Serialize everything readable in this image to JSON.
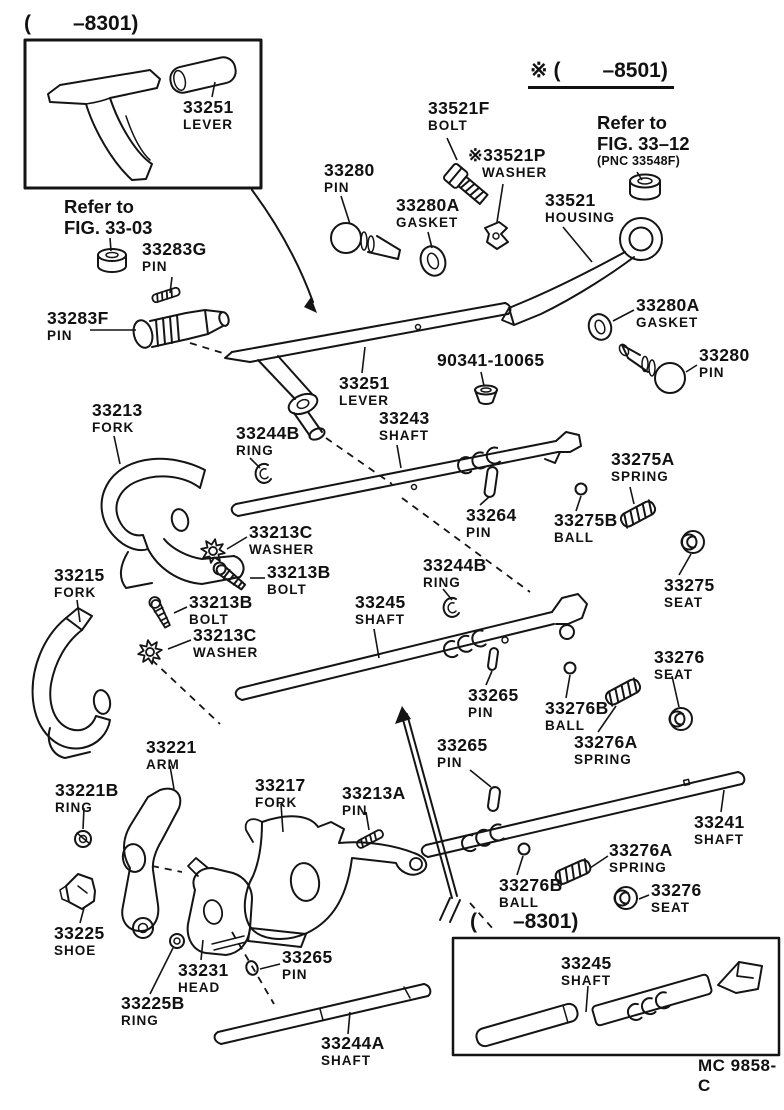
{
  "figure": {
    "variant_top_left": {
      "open": "(",
      "code": "–8301)"
    },
    "variant_top_right": {
      "mark": "※",
      "open": "(",
      "code": "–8501)"
    },
    "variant_bottom": {
      "open": "(",
      "code": "–8301)"
    },
    "drawing_code": "MC 9858-C",
    "references": [
      {
        "line1": "Refer to",
        "line2": "FIG. 33-03",
        "line3": ""
      },
      {
        "line1": "Refer to",
        "line2": "FIG. 33–12",
        "line3": "(PNC 33548F)"
      }
    ],
    "labels": [
      {
        "part": "33251",
        "caption": "LEVER"
      },
      {
        "part": "33521F",
        "caption": "BOLT"
      },
      {
        "part": "※33521P",
        "caption": "WASHER"
      },
      {
        "part": "33280",
        "caption": "PIN"
      },
      {
        "part": "33280A",
        "caption": "GASKET"
      },
      {
        "part": "33521",
        "caption": "HOUSING"
      },
      {
        "part": "33283G",
        "caption": "PIN"
      },
      {
        "part": "33283F",
        "caption": "PIN"
      },
      {
        "part": "33280A",
        "caption": "GASKET"
      },
      {
        "part": "33280",
        "caption": "PIN"
      },
      {
        "part": "90341-10065",
        "caption": ""
      },
      {
        "part": "33251",
        "caption": "LEVER"
      },
      {
        "part": "33213",
        "caption": "FORK"
      },
      {
        "part": "33244B",
        "caption": "RING"
      },
      {
        "part": "33243",
        "caption": "SHAFT"
      },
      {
        "part": "33275A",
        "caption": "SPRING"
      },
      {
        "part": "33264",
        "caption": "PIN"
      },
      {
        "part": "33275B",
        "caption": "BALL"
      },
      {
        "part": "33275",
        "caption": "SEAT"
      },
      {
        "part": "33213C",
        "caption": "WASHER"
      },
      {
        "part": "33213B",
        "caption": "BOLT"
      },
      {
        "part": "33215",
        "caption": "FORK"
      },
      {
        "part": "33213B",
        "caption": "BOLT"
      },
      {
        "part": "33213C",
        "caption": "WASHER"
      },
      {
        "part": "33244B",
        "caption": "RING"
      },
      {
        "part": "33245",
        "caption": "SHAFT"
      },
      {
        "part": "33265",
        "caption": "PIN"
      },
      {
        "part": "33276B",
        "caption": "BALL"
      },
      {
        "part": "33276",
        "caption": "SEAT"
      },
      {
        "part": "33276A",
        "caption": "SPRING"
      },
      {
        "part": "33221",
        "caption": "ARM"
      },
      {
        "part": "33221B",
        "caption": "RING"
      },
      {
        "part": "33217",
        "caption": "FORK"
      },
      {
        "part": "33213A",
        "caption": "PIN"
      },
      {
        "part": "33265",
        "caption": "PIN"
      },
      {
        "part": "33241",
        "caption": "SHAFT"
      },
      {
        "part": "33276A",
        "caption": "SPRING"
      },
      {
        "part": "33276B",
        "caption": "BALL"
      },
      {
        "part": "33276",
        "caption": "SEAT"
      },
      {
        "part": "33225",
        "caption": "SHOE"
      },
      {
        "part": "33231",
        "caption": "HEAD"
      },
      {
        "part": "33265",
        "caption": "PIN"
      },
      {
        "part": "33225B",
        "caption": "RING"
      },
      {
        "part": "33244A",
        "caption": "SHAFT"
      },
      {
        "part": "33245",
        "caption": "SHAFT"
      }
    ]
  }
}
